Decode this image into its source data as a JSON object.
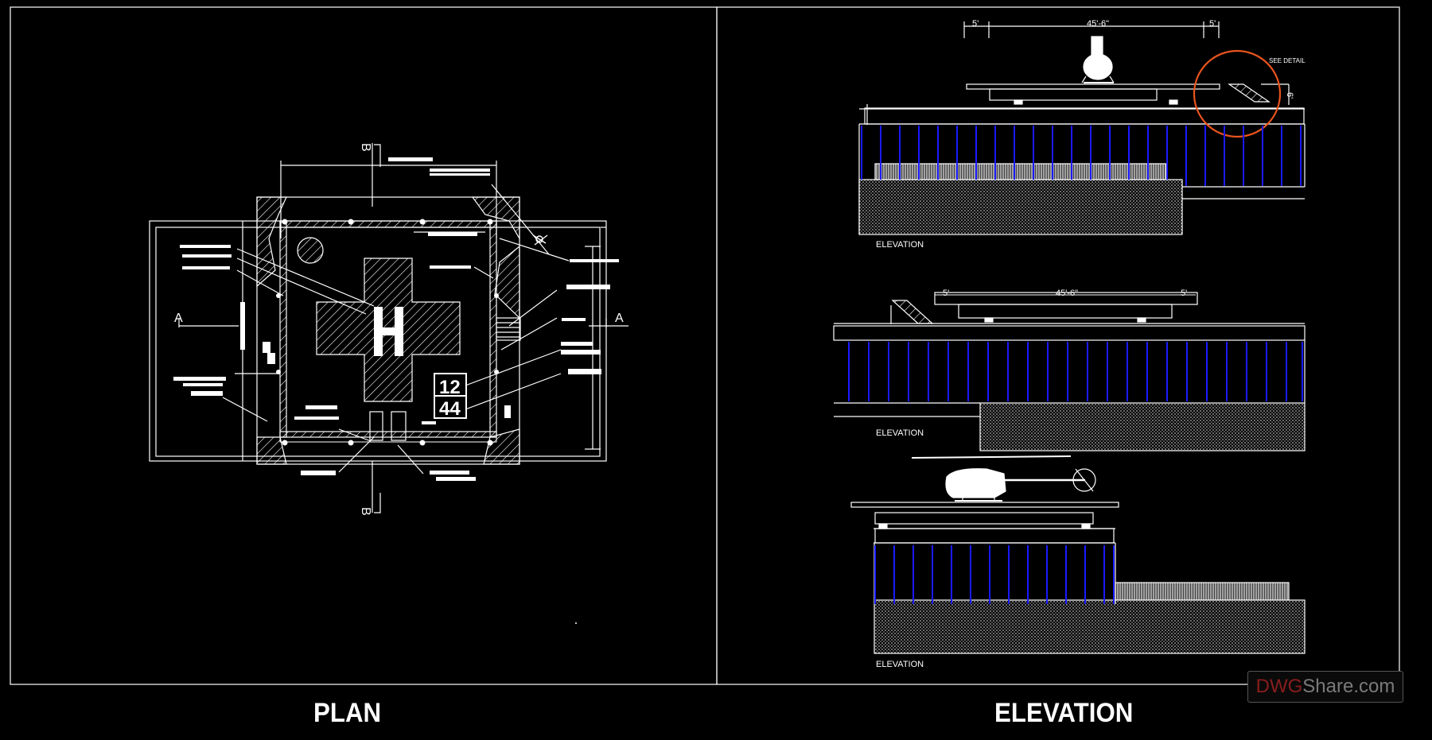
{
  "panels": {
    "plan_title": "PLAN",
    "elevation_title": "ELEVATION"
  },
  "plan": {
    "section_marker_top": "B",
    "section_marker_bottom": "B",
    "section_marker_left": "A",
    "section_marker_right": "A",
    "heli_letter": "H",
    "weight_number_top": "12",
    "weight_number_bottom": "44"
  },
  "elevations": {
    "label_1": "ELEVATION",
    "label_2": "ELEVATION",
    "label_3": "ELEVATION",
    "see_detail": "SEE DETAIL",
    "dim_side_left": "5'",
    "dim_main": "45'-6\"",
    "dim_side_right": "5'",
    "dim_vertical": "6'",
    "dim2_side_left": "5'",
    "dim2_main": "45'-6\"",
    "dim2_side_right": "5'"
  },
  "watermark": {
    "brand_part1": "DWG",
    "brand_part2": "Share.com"
  },
  "colors": {
    "background": "#000000",
    "linework": "#ffffff",
    "columns": "#1a1aff",
    "detail_circle": "#e8541e",
    "watermark_red": "#8a1d1d"
  }
}
